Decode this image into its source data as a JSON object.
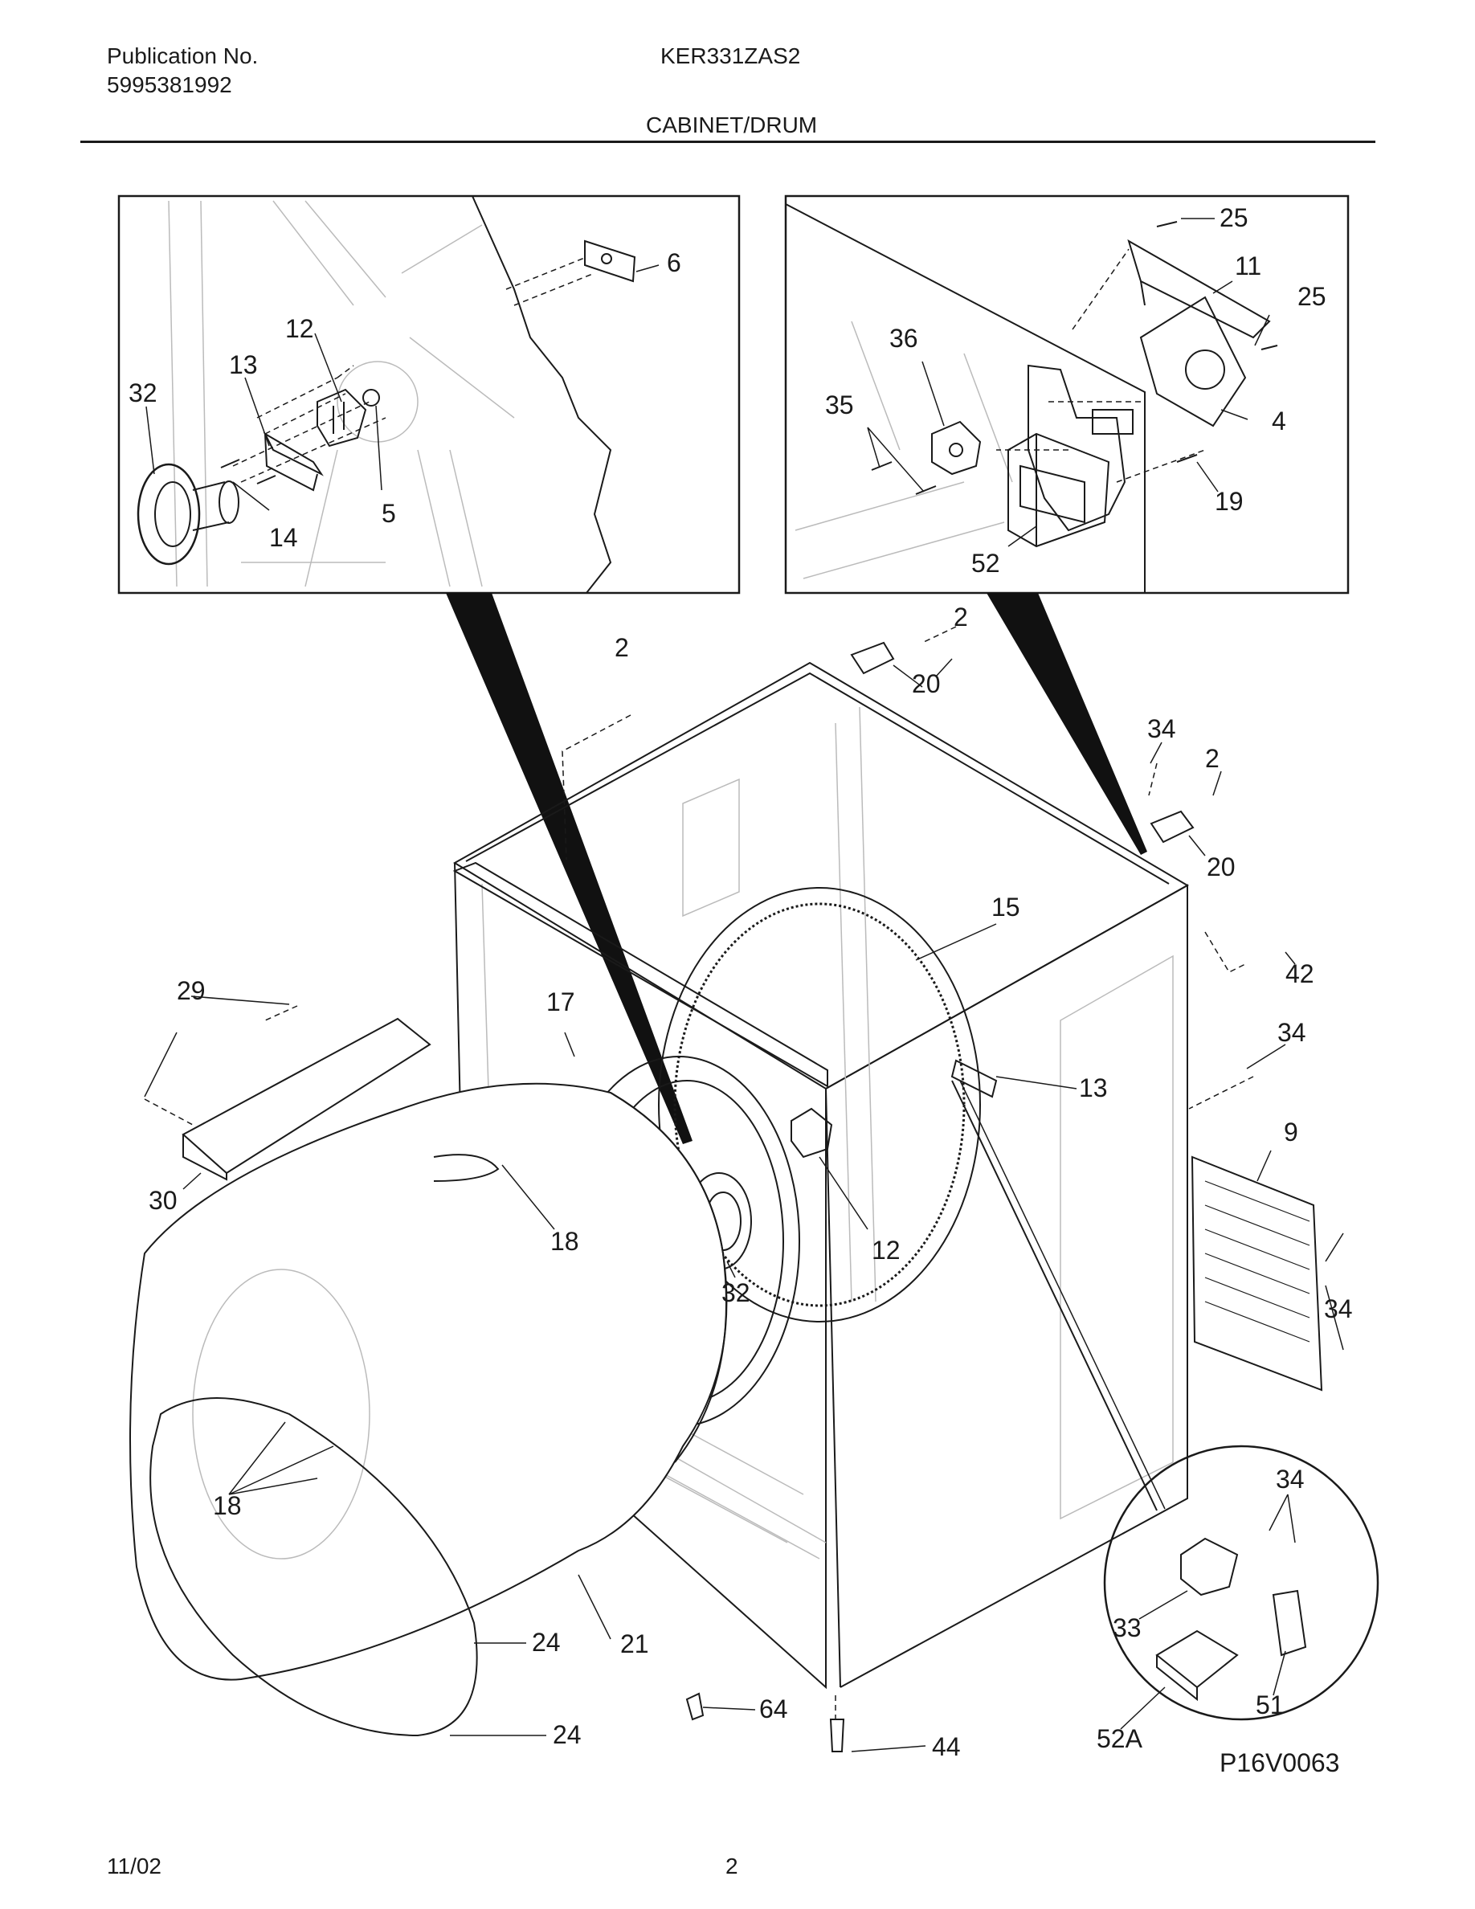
{
  "header": {
    "publication_label": "Publication No.",
    "publication_number": "5995381992",
    "model": "KER331ZAS2",
    "section_title": "CABINET/DRUM"
  },
  "footer": {
    "date": "11/02",
    "page_number": "2"
  },
  "diagram": {
    "figure_code": "P16V0063",
    "callouts": [
      "6",
      "12",
      "13",
      "32",
      "14",
      "5",
      "25",
      "11",
      "25",
      "36",
      "35",
      "4",
      "19",
      "52",
      "2",
      "20",
      "2",
      "34",
      "2",
      "20",
      "15",
      "42",
      "29",
      "17",
      "34",
      "13",
      "9",
      "30",
      "18",
      "12",
      "32",
      "34",
      "18",
      "34",
      "33",
      "24",
      "21",
      "51",
      "64",
      "52A",
      "24",
      "44"
    ]
  }
}
